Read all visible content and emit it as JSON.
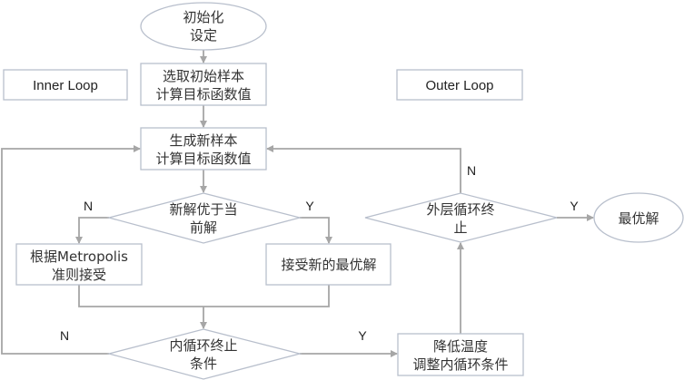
{
  "nodes": {
    "start": [
      "初始化",
      "设定"
    ],
    "init_sample": [
      "选取初始样本",
      "计算目标函数值"
    ],
    "new_sample": [
      "生成新样本",
      "计算目标函数值"
    ],
    "better": [
      "新解优于当",
      "前解"
    ],
    "metropolis": [
      "根据Metropolis",
      "准则接受"
    ],
    "accept": [
      "接受新的最优解"
    ],
    "inner_end": [
      "内循环终止",
      "条件"
    ],
    "cool": [
      "降低温度",
      "调整内循环条件"
    ],
    "outer_end": [
      "外层循环终",
      "止"
    ],
    "result": [
      "最优解"
    ]
  },
  "labels": {
    "inner_loop": "Inner Loop",
    "outer_loop": "Outer Loop",
    "n1": "N",
    "y1": "Y",
    "n2": "N",
    "y2": "Y",
    "n3": "N",
    "y3": "Y"
  },
  "colors": {
    "shape_stroke": "#b8bfcc",
    "line": "#a6a6a6",
    "text": "#333333"
  }
}
